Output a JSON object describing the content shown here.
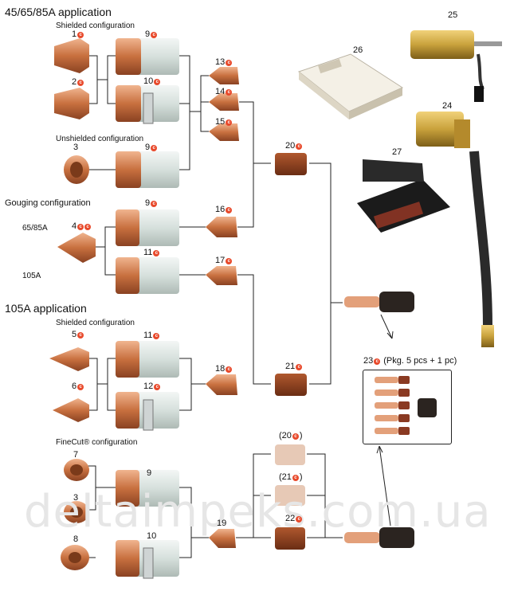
{
  "headings": {
    "app_45_65_85": "45/65/85A application",
    "shielded_1": "Shielded configuration",
    "unshielded": "Unshielded configuration",
    "gouging": "Gouging configuration",
    "label_65_85": "65/85A",
    "label_105": "105A",
    "app_105": "105A application",
    "shielded_2": "Shielded configuration",
    "finecut": "FineCut® configuration"
  },
  "part_numbers": {
    "p1": "1",
    "p2": "2",
    "p3a": "3",
    "p4": "4",
    "p5": "5",
    "p6": "6",
    "p7": "7",
    "p3b": "3",
    "p8": "8",
    "p9a": "9",
    "p10a": "10",
    "p9b": "9",
    "p9c": "9",
    "p11a": "11",
    "p11b": "11",
    "p12": "12",
    "p9d": "9",
    "p10b": "10",
    "p13": "13",
    "p14": "14",
    "p15": "15",
    "p16": "16",
    "p17": "17",
    "p18": "18",
    "p19": "19",
    "p20": "20",
    "p21": "21",
    "p20b": "(20",
    "p21b": "(21",
    "p22": "22",
    "p23": "23",
    "p23_note": "(Pkg. 5 pcs + 1 pc)",
    "p24": "24",
    "p25": "25",
    "p26": "26",
    "p27": "27"
  },
  "badge_symbol": "c",
  "watermark": "deltaimpeks.com.ua",
  "colors": {
    "copper": "#c8703f",
    "copper_light": "#e3a07a",
    "shield_white": "#dde6e2",
    "badge": "#e8492b",
    "brass": "#c9a23c",
    "hose": "#2a2a2a"
  }
}
